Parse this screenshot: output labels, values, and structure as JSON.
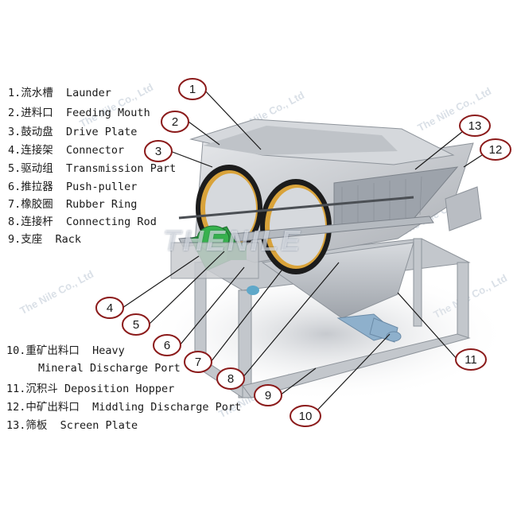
{
  "legend": [
    {
      "num": "1.",
      "cn": "流水槽",
      "en": "Launder"
    },
    {
      "num": "2.",
      "cn": "进料口",
      "en": "Feeding Mouth"
    },
    {
      "num": "3.",
      "cn": "鼓动盘",
      "en": "Drive Plate"
    },
    {
      "num": "4.",
      "cn": "连接架",
      "en": "Connector"
    },
    {
      "num": "5.",
      "cn": "驱动组",
      "en": "Transmission Part"
    },
    {
      "num": "6.",
      "cn": "推拉器",
      "en": "Push-puller"
    },
    {
      "num": "7.",
      "cn": "橡胶圈",
      "en": "Rubber Ring"
    },
    {
      "num": "8.",
      "cn": "连接杆",
      "en": "Connecting Rod"
    },
    {
      "num": "9.",
      "cn": "支座",
      "en": "Rack"
    },
    {
      "num": "10.",
      "cn": "重矿出料口",
      "en": "Heavy",
      "en2": "Mineral Discharge Port"
    },
    {
      "num": "11.",
      "cn": "沉积斗",
      "en": "Deposition Hopper"
    },
    {
      "num": "12.",
      "cn": "中矿出料口",
      "en": "Middling Discharge Port"
    },
    {
      "num": "13.",
      "cn": "筛板",
      "en": "Screen Plate"
    }
  ],
  "callouts": [
    "1",
    "2",
    "3",
    "4",
    "5",
    "6",
    "7",
    "8",
    "9",
    "10",
    "11",
    "12",
    "13"
  ],
  "watermark": "The Nile Co., Ltd",
  "logo": "THENILE",
  "colors": {
    "callout": "#8b1a1a",
    "machine": "#c9ccd0",
    "green": "#2f9e44"
  }
}
